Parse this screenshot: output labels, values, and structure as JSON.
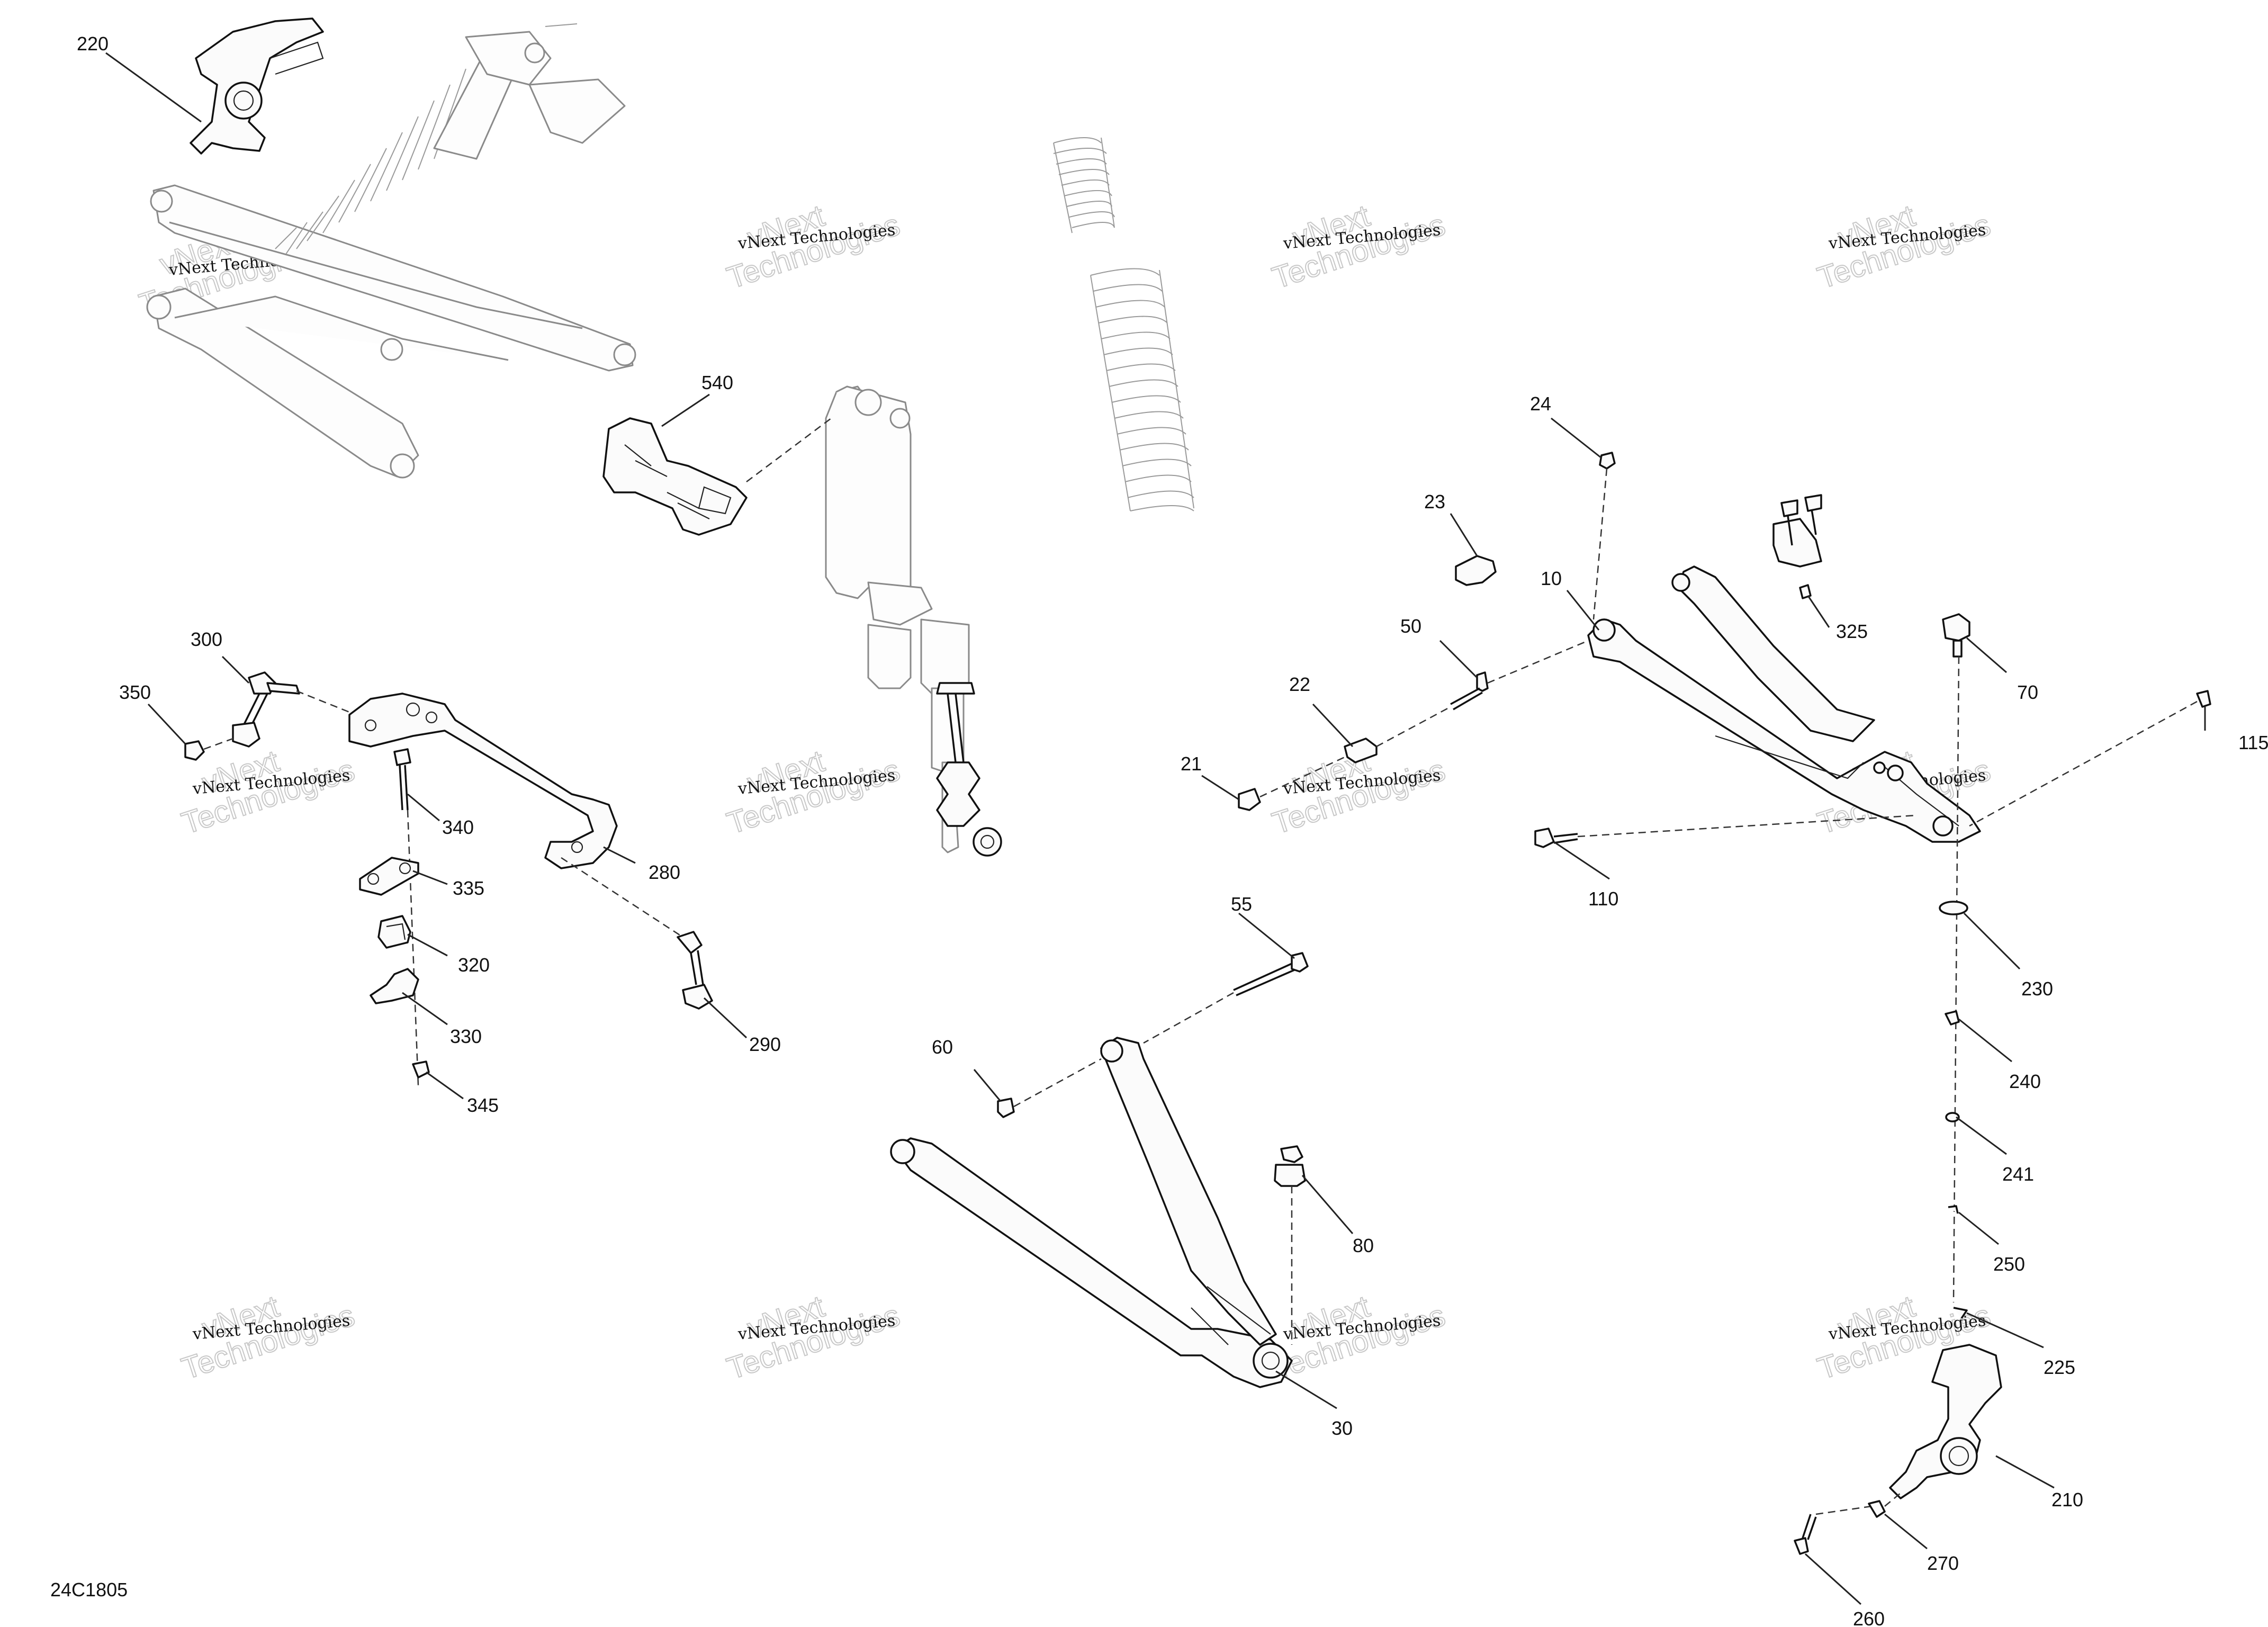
{
  "watermark": {
    "line1": "vNext",
    "line2": "Technologies",
    "full": "vNext Technologies"
  },
  "drawing_number": "24C1805",
  "callouts": {
    "c10": "10",
    "c21": "21",
    "c22": "22",
    "c23": "23",
    "c24": "24",
    "c30": "30",
    "c50": "50",
    "c55": "55",
    "c60": "60",
    "c70": "70",
    "c80": "80",
    "c110": "110",
    "c115": "115",
    "c210": "210",
    "c220": "220",
    "c225": "225",
    "c230": "230",
    "c240": "240",
    "c241": "241",
    "c250": "250",
    "c260": "260",
    "c270": "270",
    "c280": "280",
    "c290": "290",
    "c300": "300",
    "c320": "320",
    "c325": "325",
    "c330": "330",
    "c335": "335",
    "c340": "340",
    "c345": "345",
    "c350": "350",
    "c540": "540"
  }
}
